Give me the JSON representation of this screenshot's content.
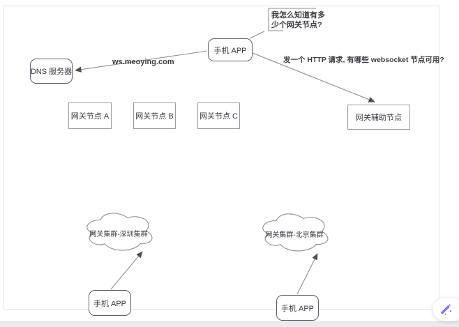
{
  "nodes": {
    "phone_top": "手机 APP",
    "dns_server": "DNS 服务器",
    "gateway_node_a": "网关节点 A",
    "gateway_node_b": "网关节点 B",
    "gateway_node_c": "网关节点 C",
    "gateway_helper": "网关辅助节点",
    "cluster_shenzhen": "网关集群-深圳集群",
    "cluster_beijing": "网关集群-北京集群",
    "phone_bottom_left": "手机 APP",
    "phone_bottom_right": "手机 APP"
  },
  "annotations": {
    "callout_line1": "我怎么知道有多",
    "callout_line2": "少个网关节点?",
    "dns_edge_label": "ws.meoying.com",
    "http_edge_label": "发一个 HTTP 请求, 有哪些 websocket 节点可用?"
  },
  "edges": [
    {
      "from": "phone_top",
      "to": "callout",
      "arrow": "none"
    },
    {
      "from": "phone_top",
      "to": "dns_server",
      "label": "ws.meoying.com",
      "arrow": "to"
    },
    {
      "from": "phone_top",
      "to": "gateway_helper",
      "label": "发一个 HTTP 请求, 有哪些 websocket 节点可用?",
      "arrow": "to"
    },
    {
      "from": "phone_bottom_left",
      "to": "cluster_shenzhen",
      "arrow": "to"
    },
    {
      "from": "phone_bottom_right",
      "to": "cluster_beijing",
      "arrow": "to"
    }
  ],
  "floating_button": {
    "icon": "magic-wand-icon",
    "icon_color": "#7668e8"
  },
  "colors": {
    "node_border": "#9a9aa4",
    "rounded_node_border": "#5d5d6a",
    "edge_line": "#8e8e8e",
    "arrowhead": "#4e4e4e",
    "page_outline": "#e5e5e7",
    "scrollbar_track": "#ebebee",
    "ai_icon": "#7668e8"
  }
}
